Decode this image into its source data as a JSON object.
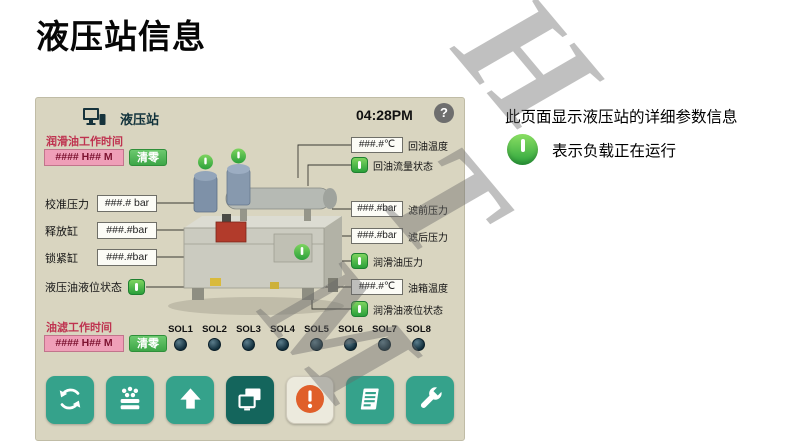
{
  "page": {
    "title": "液压站信息"
  },
  "watermark": {
    "letters": [
      "H",
      "T",
      "M"
    ]
  },
  "panel": {
    "header": {
      "title": "液压站",
      "time": "04:28PM",
      "help": "?"
    },
    "lube_timer": {
      "label": "润滑油工作时间",
      "value": "#### H## M",
      "clear": "清零"
    },
    "left_rows": [
      {
        "label": "校准压力",
        "value": "###.# bar"
      },
      {
        "label": "释放缸",
        "value": "###.#bar"
      },
      {
        "label": "锁紧缸",
        "value": "###.#bar"
      }
    ],
    "level_status": {
      "label": "液压油液位状态"
    },
    "filter_timer": {
      "label": "油滤工作时间",
      "value": "#### H## M",
      "clear": "清零"
    },
    "right_rows": [
      {
        "type": "value",
        "value": "###.#℃",
        "label": "回油温度"
      },
      {
        "type": "indicator",
        "label": "回油流量状态"
      },
      {
        "type": "value",
        "value": "###.#bar",
        "label": "滤前压力"
      },
      {
        "type": "value",
        "value": "###.#bar",
        "label": "滤后压力"
      },
      {
        "type": "indicator",
        "label": "润滑油压力"
      },
      {
        "type": "value",
        "value": "###.#℃",
        "label": "油箱温度"
      },
      {
        "type": "indicator",
        "label": "润滑油液位状态"
      }
    ],
    "solenoids": [
      "SOL1",
      "SOL2",
      "SOL3",
      "SOL4",
      "SOL5",
      "SOL6",
      "SOL7",
      "SOL8"
    ],
    "toolbar": [
      {
        "name": "cycle",
        "icon": "recycle-arrows-icon"
      },
      {
        "name": "dosing",
        "icon": "dots-layers-icon"
      },
      {
        "name": "lift",
        "icon": "up-arrow-icon"
      },
      {
        "name": "pages",
        "icon": "overlapping-screens-icon",
        "active": true
      },
      {
        "name": "alarm",
        "icon": "orange-exclamation-icon"
      },
      {
        "name": "report",
        "icon": "document-lines-icon"
      },
      {
        "name": "maintenance",
        "icon": "wrench-icon"
      }
    ],
    "colors": {
      "accent_teal": "#35a28b",
      "accent_teal_dark": "#14655c",
      "indicator_green": "#3db047",
      "alarm_orange": "#e05f2a",
      "timer_pink": "#ef9fb8",
      "panel_bg": "#d9d5c0"
    }
  },
  "sidebar_note": {
    "line1": "此页面显示液压站的详细参数信息",
    "legend_text": "表示负载正在运行"
  }
}
